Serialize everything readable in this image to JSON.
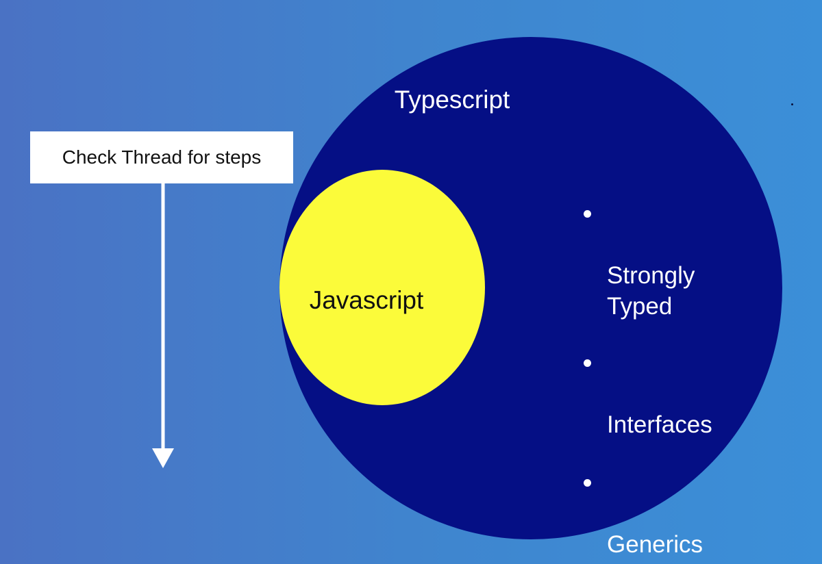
{
  "diagram": {
    "outer_label": "Typescript",
    "inner_label": "Javascript",
    "features": [
      "Strongly\nTyped",
      "Interfaces",
      "Generics"
    ],
    "callout_text": "Check Thread for steps"
  },
  "colors": {
    "background_left": "#4a72c4",
    "background_right": "#3b8fd8",
    "typescript_circle": "#050f85",
    "javascript_circle": "#fbfb3a",
    "arrow": "#ffffff",
    "callout_box": "#ffffff"
  }
}
